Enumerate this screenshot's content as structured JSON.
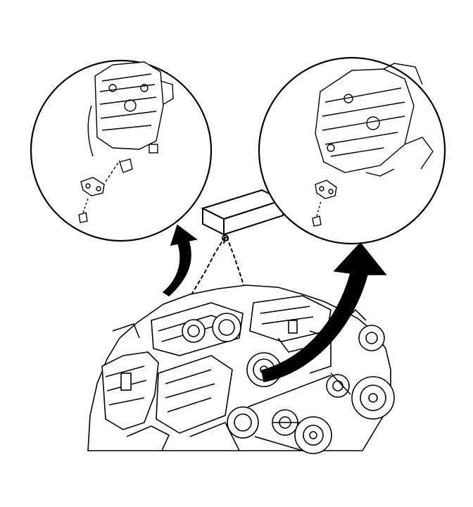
{
  "figure": {
    "kind": "technical line illustration",
    "colors": {
      "line": "#000000",
      "background": "#ffffff",
      "arrow_fill": "#000000"
    },
    "callouts": [
      {
        "id": "left-detail",
        "icon": "sensor-bracket-detail"
      },
      {
        "id": "right-detail",
        "icon": "engine-block-detail"
      }
    ]
  }
}
